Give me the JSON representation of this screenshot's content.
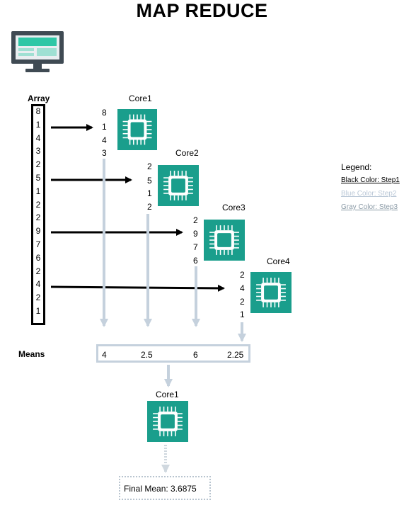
{
  "title": "MAP REDUCE",
  "array_label": "Array",
  "array": [
    "8",
    "1",
    "4",
    "3",
    "2",
    "5",
    "1",
    "2",
    "2",
    "9",
    "7",
    "6",
    "2",
    "4",
    "2",
    "1"
  ],
  "cores": [
    {
      "label": "Core1",
      "values": [
        "8",
        "1",
        "4",
        "3"
      ]
    },
    {
      "label": "Core2",
      "values": [
        "2",
        "5",
        "1",
        "2"
      ]
    },
    {
      "label": "Core3",
      "values": [
        "2",
        "9",
        "7",
        "6"
      ]
    },
    {
      "label": "Core4",
      "values": [
        "2",
        "4",
        "2",
        "1"
      ]
    }
  ],
  "legend": {
    "title": "Legend:",
    "items": [
      {
        "label": "Black Color: Step1",
        "color": "#000000"
      },
      {
        "label": "Blue Color: Step2",
        "color": "#b9c7d6"
      },
      {
        "label": "Gray Color: Step3",
        "color": "#8a9aa6"
      }
    ]
  },
  "means_label": "Means",
  "means": [
    "4",
    "2.5",
    "6",
    "2.25"
  ],
  "reduce_core_label": "Core1",
  "final_mean": "Final Mean: 3.6875",
  "colors": {
    "chip": "#1a9e8c",
    "step2": "#c5d1dd",
    "step3": "#b8c4cf",
    "monitor_screen": "#2ec7a6"
  }
}
